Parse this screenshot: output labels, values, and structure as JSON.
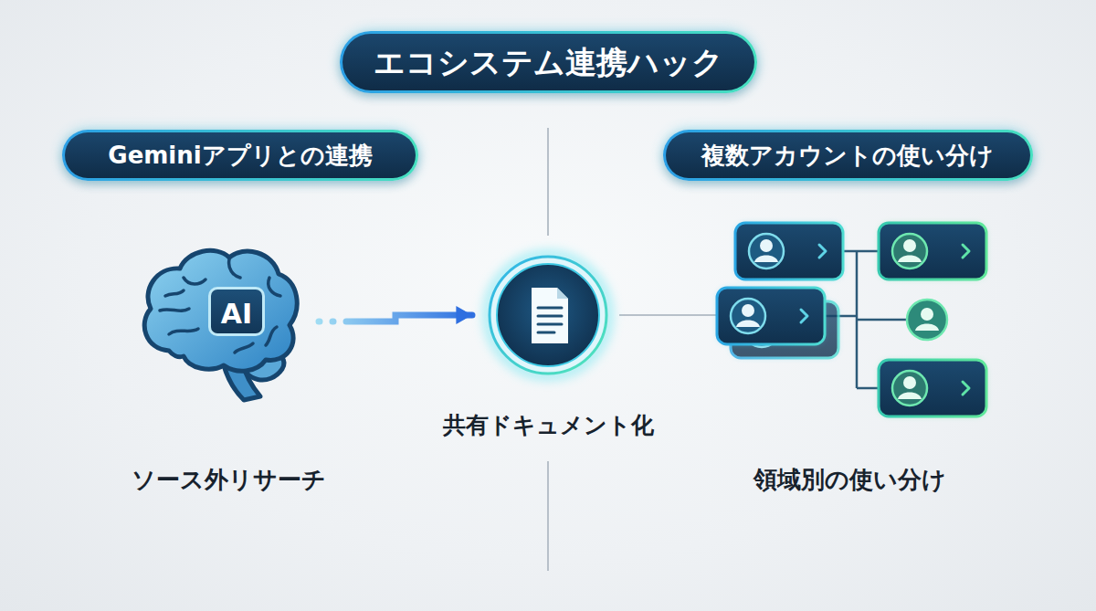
{
  "diagram": {
    "title": "エコシステム連携ハック",
    "nodes": [
      {
        "text": [
          "エコシステム連携ハック"
        ]
      },
      {
        "text": [
          "Geminiアプリとの連携"
        ]
      },
      {
        "text": [
          "複数アカウントの使い分け"
        ]
      },
      {
        "text": [
          "AI"
        ]
      },
      {
        "text": [
          "共有ドキュメント化"
        ]
      }
    ],
    "edges": [
      {
        "from": 3,
        "to": 4,
        "arrow": "to"
      }
    ],
    "labels": [
      "ソース外リサーチ",
      "領域別の使い分け"
    ]
  }
}
